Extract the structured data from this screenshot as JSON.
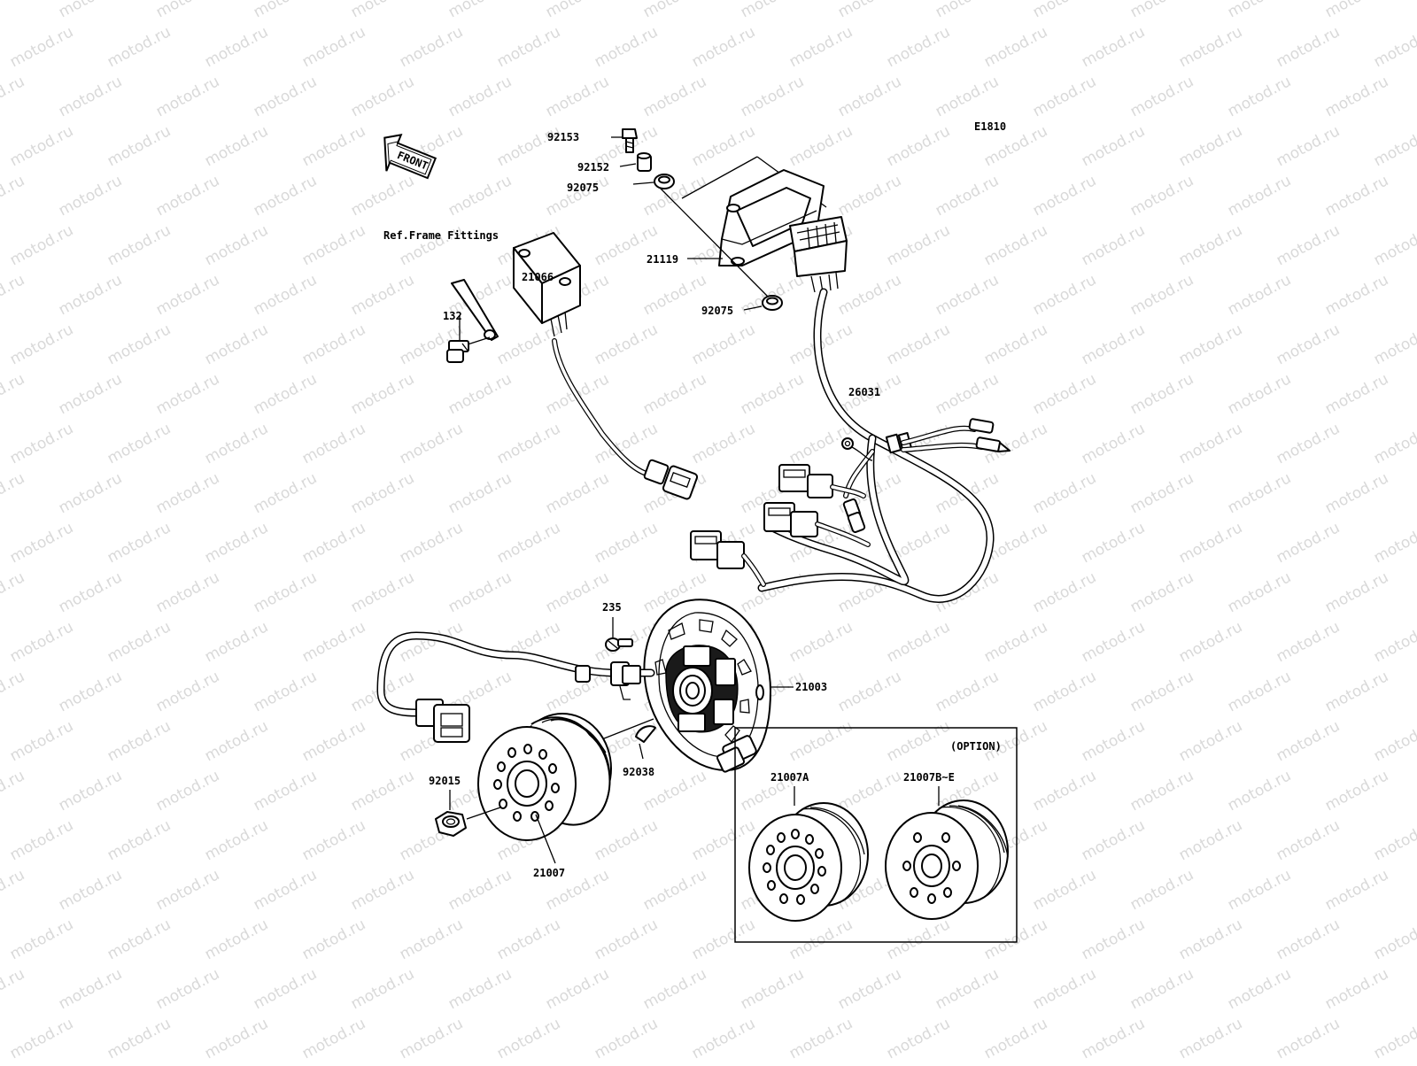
{
  "diagram": {
    "code": "E1810",
    "direction_label": "FRONT",
    "ref_note": "Ref.Frame Fittings",
    "option_label": "(OPTION)",
    "watermark": "motod.ru",
    "parts": {
      "p92153": "92153",
      "p92152": "92152",
      "p92075a": "92075",
      "p21119": "21119",
      "p92075b": "92075",
      "p21066": "21066",
      "p132": "132",
      "p26031": "26031",
      "p235": "235",
      "p21003": "21003",
      "p92038": "92038",
      "p92015": "92015",
      "p21007": "21007",
      "p21007A": "21007A",
      "p21007BE": "21007B~E"
    }
  }
}
